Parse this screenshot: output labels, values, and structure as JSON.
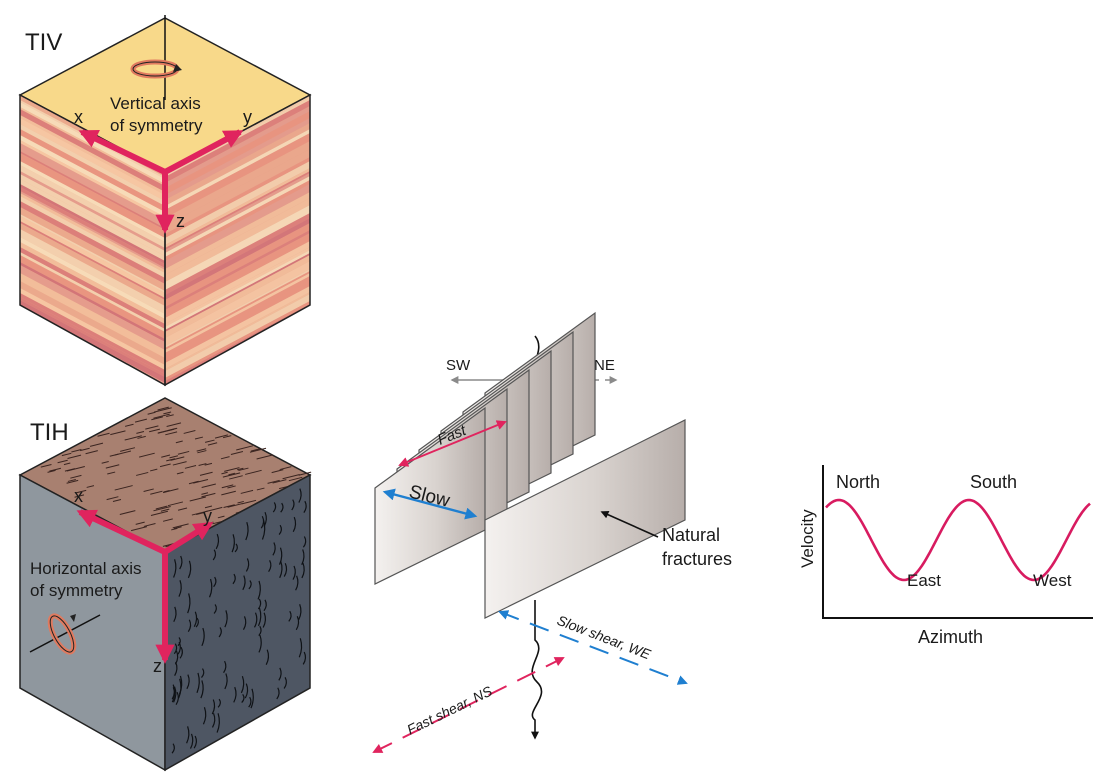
{
  "tiv": {
    "title": "TIV",
    "axis_label_line1": "Vertical axis",
    "axis_label_line2": "of symmetry",
    "x": "x",
    "y": "y",
    "z": "z"
  },
  "tih": {
    "title": "TIH",
    "axis_label_line1": "Horizontal axis",
    "axis_label_line2": "of symmetry",
    "x": "x",
    "y": "y",
    "z": "z"
  },
  "fractures": {
    "sw": "SW",
    "ne": "NE",
    "fast": "Fast",
    "slow": "Slow",
    "natural_line1": "Natural",
    "natural_line2": "fractures",
    "slow_shear": "Slow shear, WE",
    "fast_shear": "Fast shear, NS"
  },
  "plot": {
    "ylabel": "Velocity",
    "xlabel": "Azimuth",
    "north": "North",
    "south": "South",
    "east": "East",
    "west": "West"
  },
  "colors": {
    "accent": "#e0245e",
    "blue": "#1f7fd0",
    "tiv_top": "#f8d98a",
    "tih_side": "#4e5663",
    "tih_front": "#8f979e",
    "tih_top": "#a88070",
    "plot_curve": "#d81b60"
  }
}
